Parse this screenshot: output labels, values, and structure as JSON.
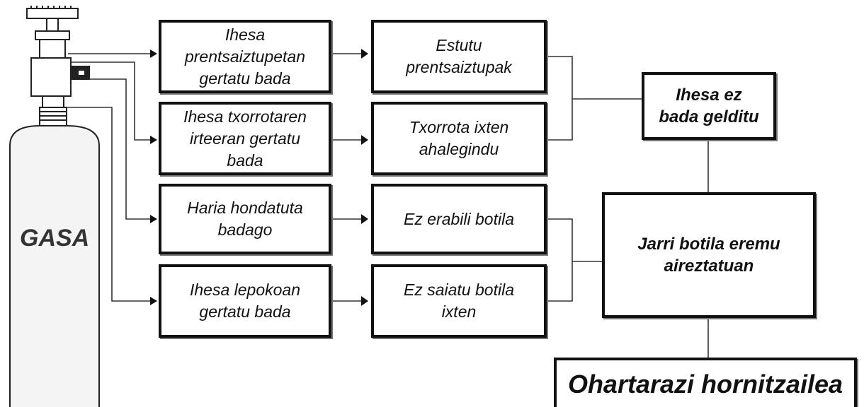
{
  "cylinder_label": "GASA",
  "left_boxes": [
    {
      "id": "pressure",
      "text": "Ihesa\nprentsaiztupetan\ngertatu bada"
    },
    {
      "id": "tap",
      "text": "Ihesa txorrotaren\nirteeran gertatu\nbada"
    },
    {
      "id": "thread",
      "text": "Haria hondatuta\nbadago"
    },
    {
      "id": "neck",
      "text": "Ihesa lepokoan\ngertatu bada"
    }
  ],
  "middle_boxes": [
    {
      "id": "tighten",
      "text": "Estutu\nprentsaiztupak"
    },
    {
      "id": "close-tap",
      "text": "Txorrota ixten\nahalegindu"
    },
    {
      "id": "dont-use",
      "text": "Ez erabili botila"
    },
    {
      "id": "dont-close",
      "text": "Ez saiatu botila\nixten"
    }
  ],
  "right_boxes": {
    "not_stopped": "Ihesa ez\nbada gelditu",
    "ventilated": "Jarri botila eremu\naireztatuan",
    "notify": "Ohartarazi hornitzailea"
  }
}
